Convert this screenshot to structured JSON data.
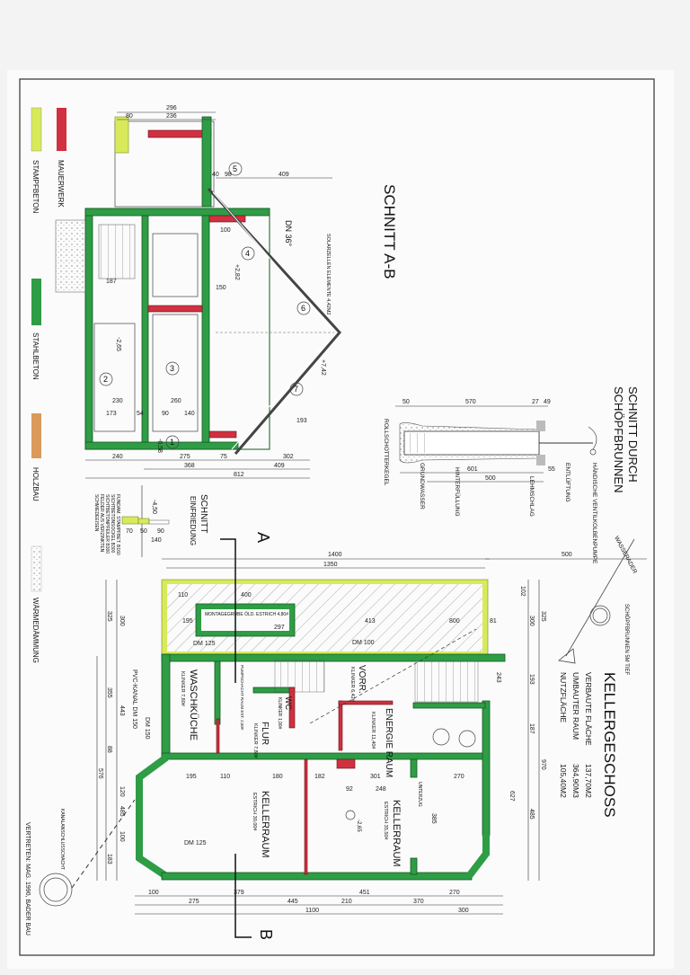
{
  "legend": {
    "items": [
      {
        "label": "STAMPFBETON",
        "color": "#d8ea5a"
      },
      {
        "label": "MAUERWERK",
        "color": "#d03040"
      },
      {
        "label": "STAHLBETON",
        "color": "#2e9d45"
      },
      {
        "label": "HOLZBAU",
        "color": "#d99a5a"
      },
      {
        "label": "WÄRMEDÄMMUNG",
        "color": "#e8e8e8"
      }
    ]
  },
  "section_ab": {
    "title": "SCHNITT  A-B",
    "roof_pitch": "DN 36°",
    "solar_note": "SOLARZELLEN ELEMENTE 4,42M2",
    "markers": [
      "1",
      "2",
      "3",
      "4",
      "5",
      "6",
      "7"
    ],
    "dims_top": [
      "80",
      "236",
      "296",
      "40",
      "98",
      "409"
    ],
    "dims_bottom": [
      "240",
      "275",
      "75",
      "368",
      "409",
      "812",
      "302"
    ],
    "dims_inner": [
      "173",
      "54",
      "90",
      "140",
      "230",
      "260",
      "187",
      "150",
      "100",
      "193"
    ],
    "levels": [
      "-2,65",
      "+2,82",
      "+7,42",
      "-0,58",
      "-4,50"
    ]
  },
  "fence_section": {
    "title": "SCHNITT",
    "subtitle": "EINFRIEDUNG",
    "dims": [
      "70",
      "50",
      "90",
      "140"
    ],
    "notes": [
      "FUNDAM. STAMPFBET. B160",
      "SICHTBETONSOCKEL B300",
      "SICHTBETONPFEILER B300",
      "FELDER AUS VERZINKTEN",
      "SCHMIEDEEISEN"
    ]
  },
  "well": {
    "title_1": "SCHNITT  DURCH",
    "title_2": "SCHÖPFBRUNNEN",
    "labels": [
      "HÄNDISCHE VENTILKOLBENPUMPE",
      "ENTLÜFTUNG",
      "LEHMSCHLAG",
      "HINTERFÜLLUNG",
      "GRUNDWASSER",
      "ROLLSCHOTTERKEGEL"
    ],
    "dims": [
      "50",
      "570",
      "27",
      "49",
      "601",
      "500",
      "55"
    ]
  },
  "plan": {
    "title": "KELLERGESCHOSS",
    "stats": [
      {
        "label": "VERBAUTE FLÄCHE",
        "value": "137,70M2"
      },
      {
        "label": "UMBAUTER RAUM",
        "value": "364,90M3"
      },
      {
        "label": "NUTZFLÄCHE",
        "value": "105,40M2"
      }
    ],
    "well_label": "SCHÖPFBRUNNEN 5M TIEF",
    "water_label": "WASSERADER",
    "montagegrube": "MONTAGEGRUBE  ÖLD. ESTRICH   4,80#",
    "rooms": [
      {
        "name": "WASCHKÜCHE",
        "finish": "KLINKER 7,80#"
      },
      {
        "name": "FLUR",
        "finish": "KLINKER 7,80#"
      },
      {
        "name": "WC",
        "finish": "KLINKER 1,90#"
      },
      {
        "name": "VORR.",
        "finish": "KLINKER 6,42#"
      },
      {
        "name": "ENERGIE RAUM",
        "finish": "KLINKER 11,40#"
      },
      {
        "name": "KELLERRAUM",
        "finish": "ESTRICH 30,00#"
      },
      {
        "name": "KELLERRAUM",
        "finish": "ESTRICH 35,50#"
      }
    ],
    "pump_room": "PUMPSCHACHT RAUM EST. 2,50#",
    "level": "-2,65",
    "pipes": [
      "DM 125",
      "DM 100",
      "DM 150",
      "PVC-KANAL DM 150",
      "DM 125"
    ],
    "cut_a": "A",
    "cut_b": "B",
    "dims_top": [
      "1400",
      "1350",
      "500",
      "110",
      "400",
      "413",
      "800",
      "81",
      "195",
      "297",
      "102"
    ],
    "dims_bottom": [
      "100",
      "275",
      "445",
      "210",
      "451",
      "370",
      "270",
      "1100",
      "300",
      "379"
    ],
    "dims_left": [
      "325",
      "300",
      "355",
      "443",
      "88",
      "576",
      "120",
      "100",
      "183",
      "485"
    ],
    "dims_right": [
      "325",
      "300",
      "193",
      "187",
      "970",
      "627",
      "485",
      "243"
    ],
    "inner_dims": [
      "195",
      "110",
      "180",
      "182",
      "301",
      "92",
      "248",
      "270",
      "385"
    ],
    "sewer_label": "KANALANSCHLUSSCHACHT",
    "unterzug": "UNTERZUG"
  },
  "footer": {
    "signature": "VERTRETEN: MAG. 1990, BADER BAU"
  }
}
